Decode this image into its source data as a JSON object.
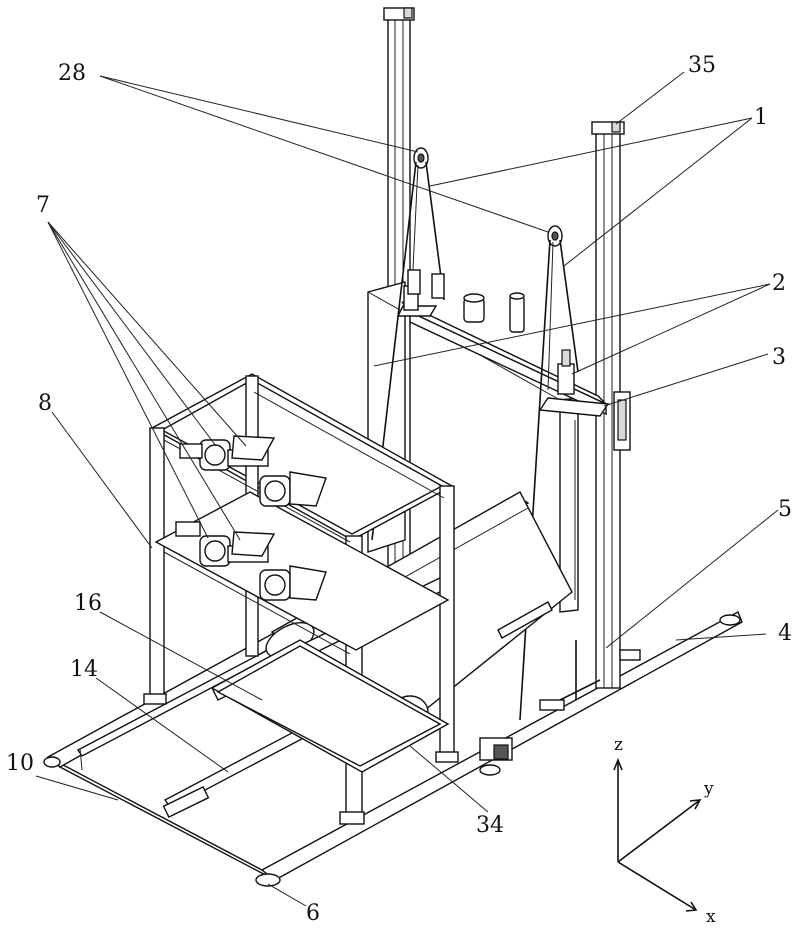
{
  "labels": {
    "l1": "1",
    "l2": "2",
    "l3": "3",
    "l4": "4",
    "l5": "5",
    "l6": "6",
    "l7": "7",
    "l8": "8",
    "l10": "10",
    "l14": "14",
    "l16": "16",
    "l28": "28",
    "l34": "34",
    "l35": "35"
  },
  "axes": {
    "z": "z",
    "y": "y",
    "x": "x"
  }
}
